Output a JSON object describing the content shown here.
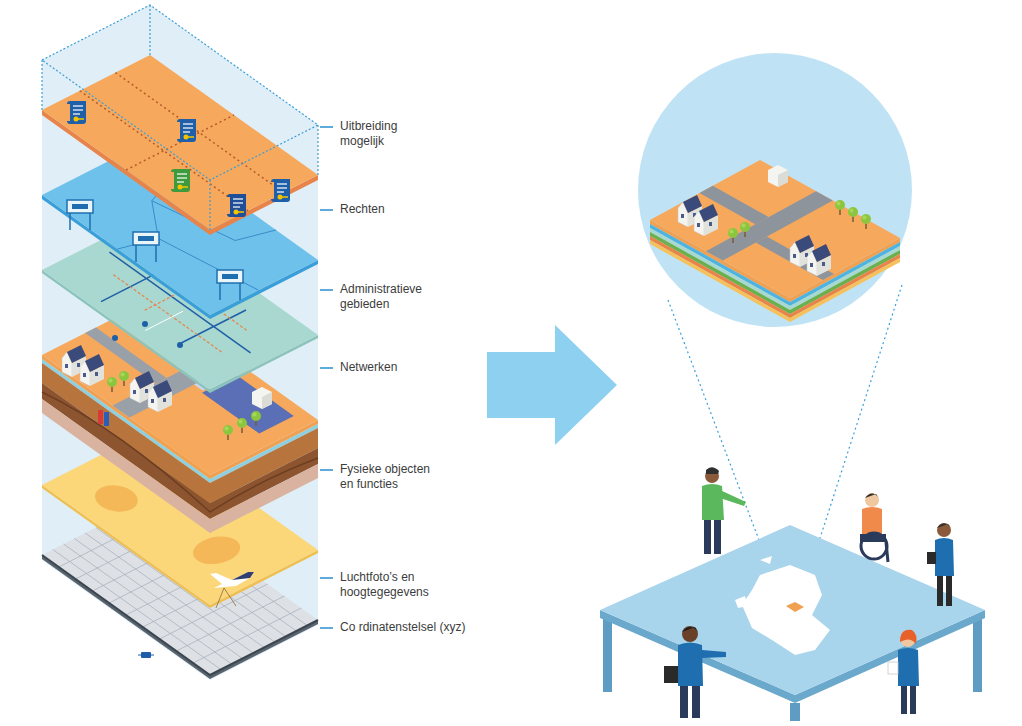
{
  "diagram": {
    "labels": [
      "Uitbreiding mogelijk",
      "Rechten",
      "Administratieve gebieden",
      "Netwerken",
      "Fysieke objecten en functies",
      "Luchtfoto’s en hoogtegegevens",
      "Co rdinatenstelsel (xyz)"
    ]
  }
}
